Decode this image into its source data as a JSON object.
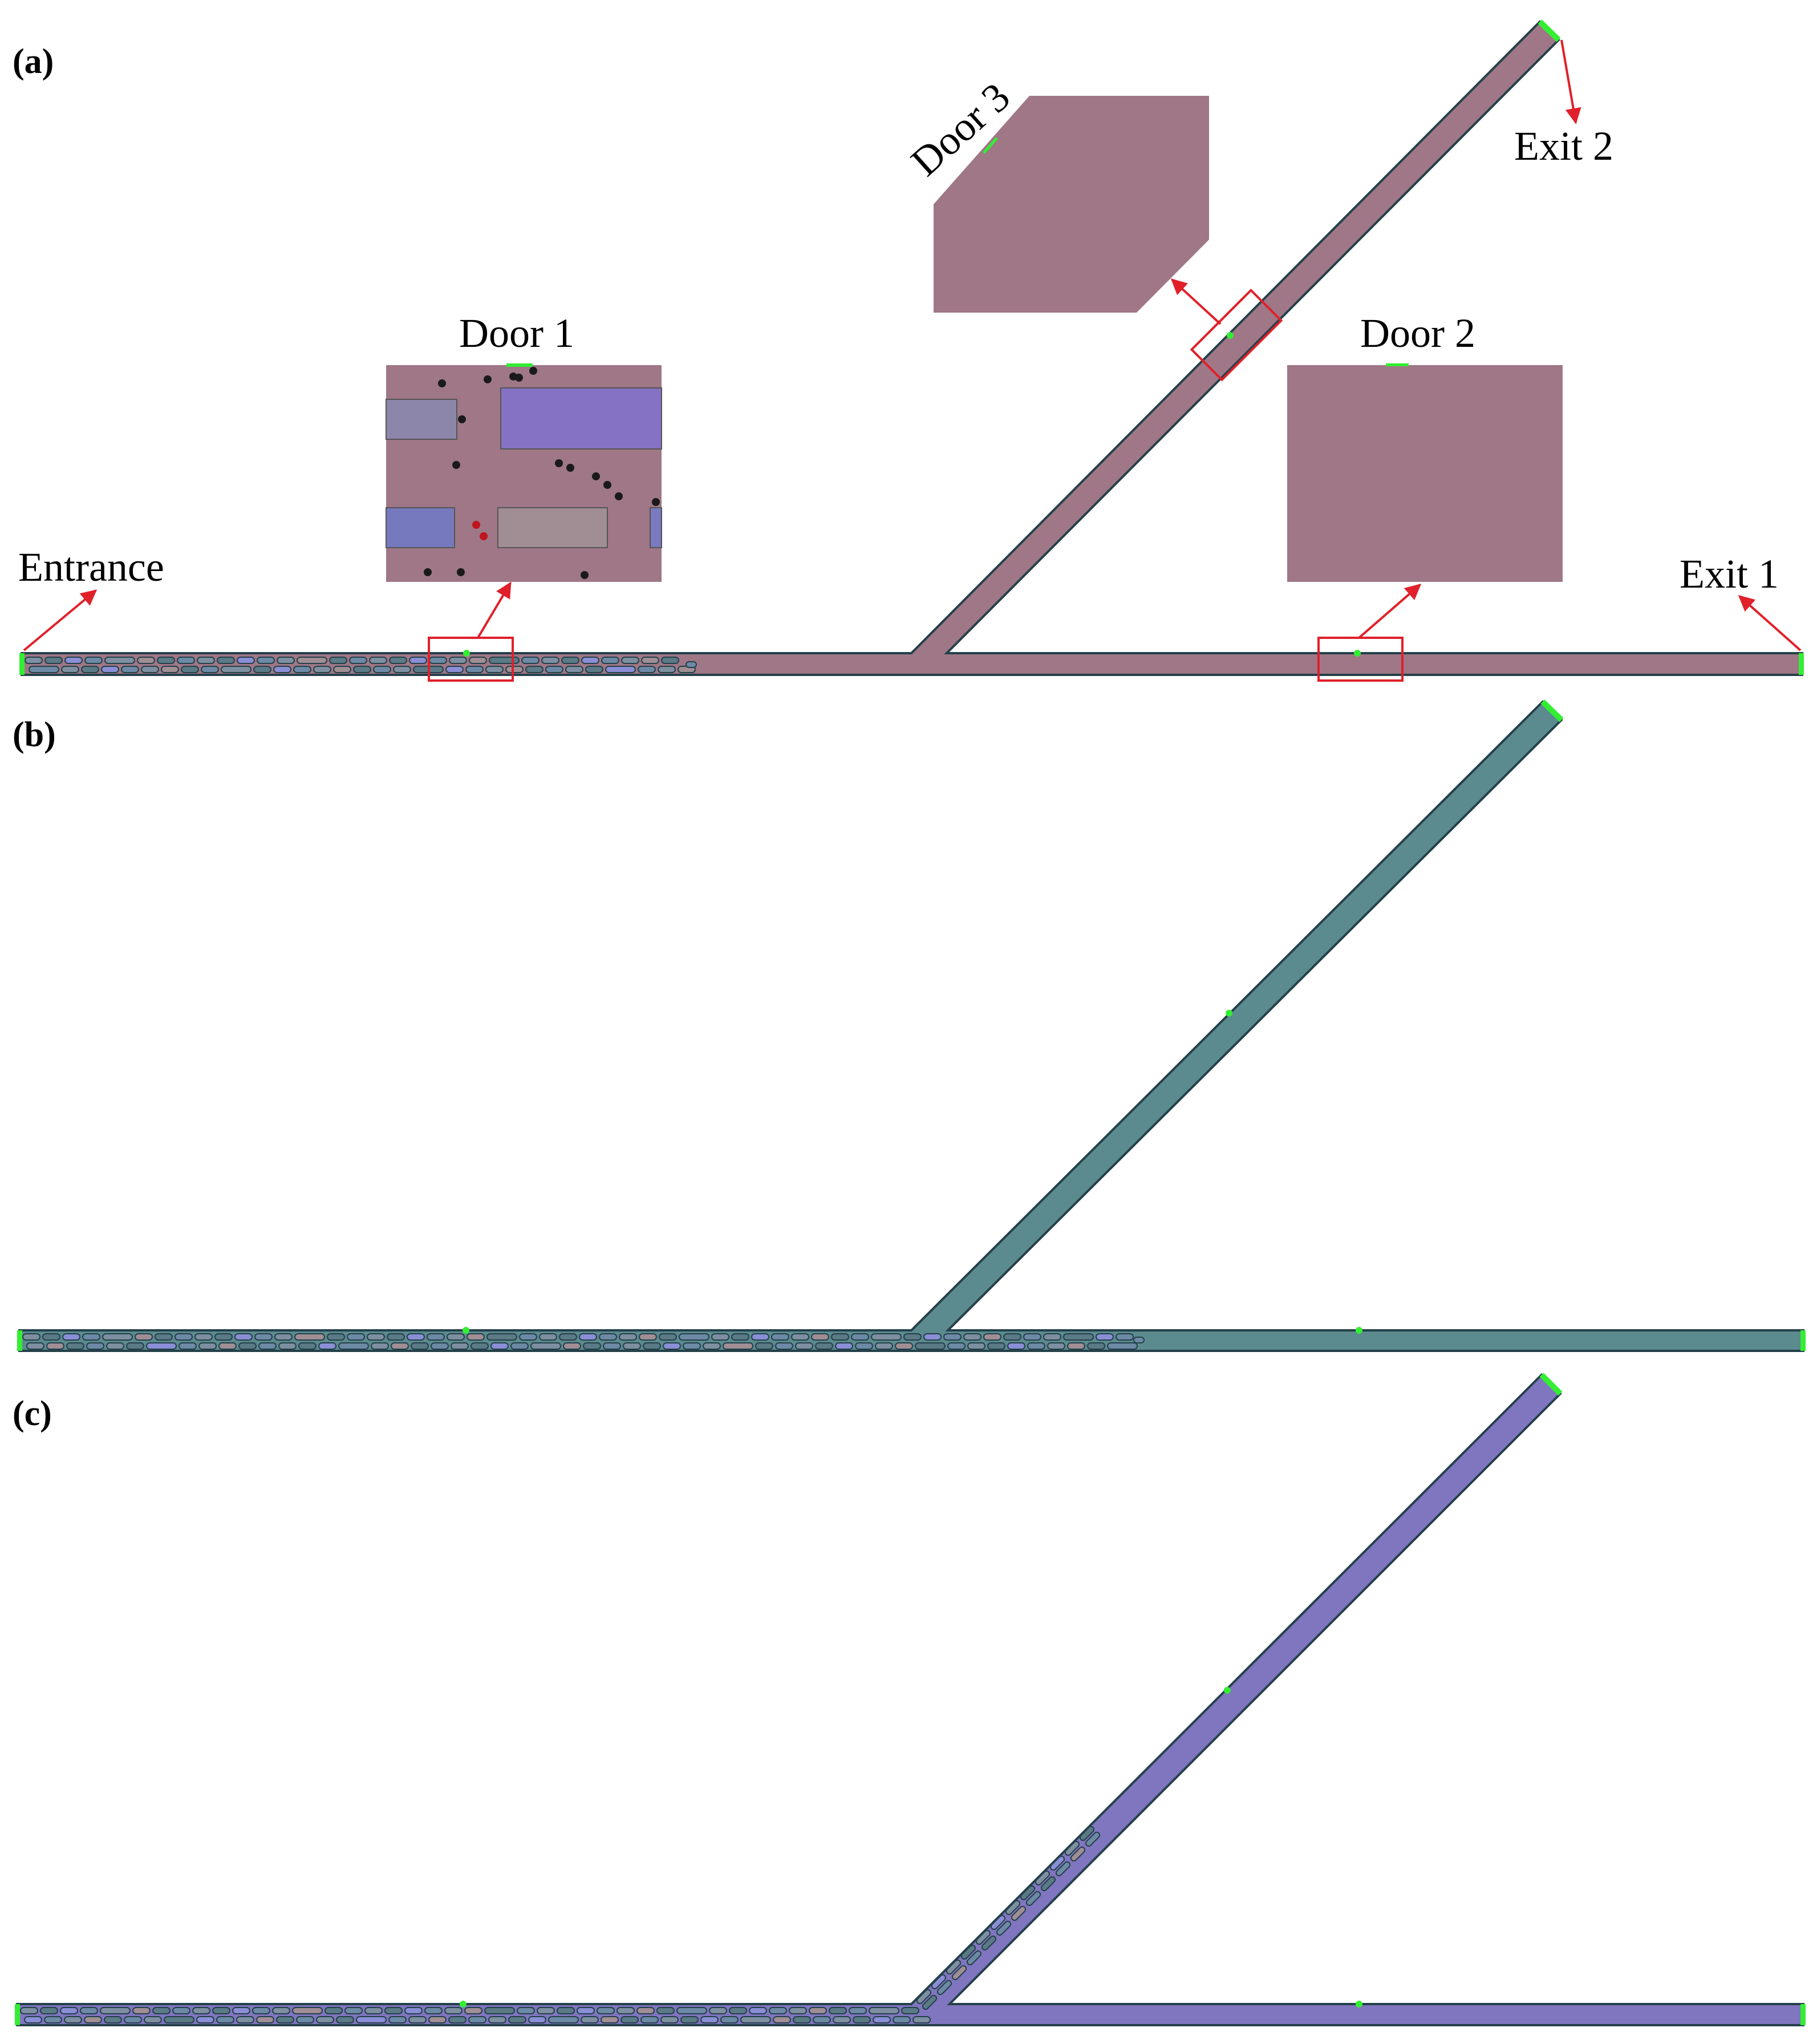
{
  "panels": {
    "a": {
      "label": "(a)"
    },
    "b": {
      "label": "(b)"
    },
    "c": {
      "label": "(c)"
    }
  },
  "labels": {
    "entrance": "Entrance",
    "exit1": "Exit 1",
    "exit2": "Exit 2",
    "door1": "Door 1",
    "door2": "Door 2",
    "door3": "Door 3"
  },
  "colors": {
    "panel_a_corridor": "#9f7786",
    "panel_b_corridor": "#5b8a8f",
    "panel_c_corridor": "#8075bf",
    "callout_arrow": "#e0202a",
    "door_marker": "#33ee33",
    "outline": "#24404a",
    "bench_blue": "#8a8ed6",
    "bench_gray": "#a08e94"
  }
}
